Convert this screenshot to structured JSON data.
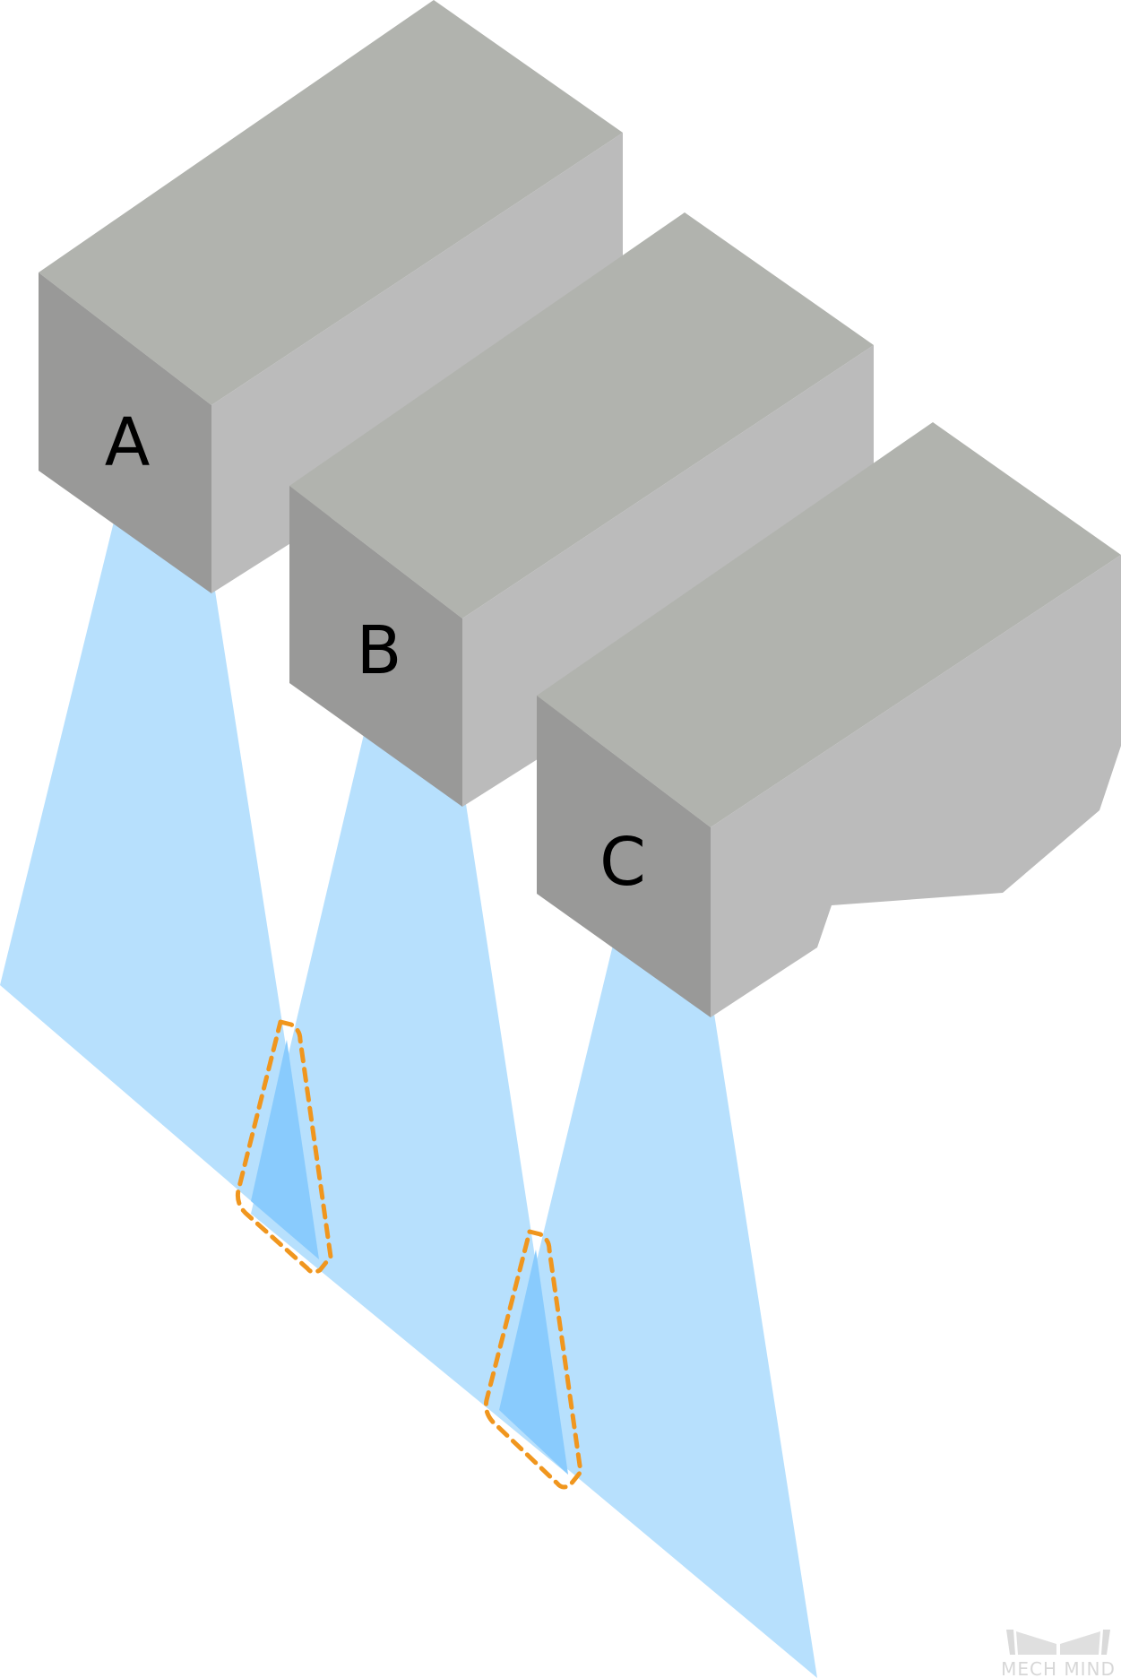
{
  "cameras": [
    {
      "label": "A"
    },
    {
      "label": "B"
    },
    {
      "label": "C"
    }
  ],
  "colors": {
    "fov": "#b7e0fd",
    "overlap": "#89cbfd",
    "camera_top": "#b1b3ae",
    "camera_side": "#bbbbbb",
    "camera_front": "#999998",
    "outline": "#f0961e"
  },
  "watermark": {
    "text": "MECH MIND"
  }
}
